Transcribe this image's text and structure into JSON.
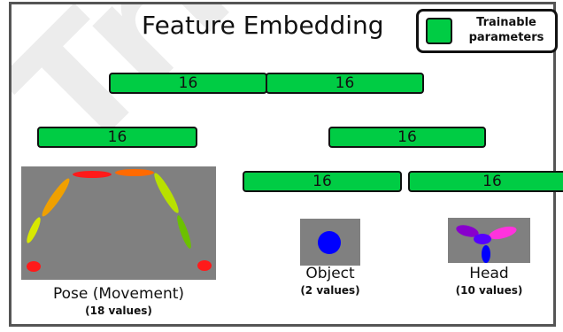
{
  "title": "Feature Embedding",
  "legend": {
    "label_line1": "Trainable",
    "label_line2": "parameters",
    "swatch_color": "#00cc44"
  },
  "colors": {
    "param": "#00cc44",
    "panel": "#808080",
    "border": "#111111"
  },
  "bars": {
    "top_left": "16",
    "top_right": "16",
    "mid_left": "16",
    "mid_right": "16",
    "low_left": "16",
    "low_right": "16"
  },
  "inputs": {
    "pose": {
      "label": "Pose (Movement)",
      "count": "(18 values)"
    },
    "object": {
      "label": "Object",
      "count": "(2 values)"
    },
    "head": {
      "label": "Head",
      "count": "(10 values)"
    }
  },
  "watermark": "Trial"
}
